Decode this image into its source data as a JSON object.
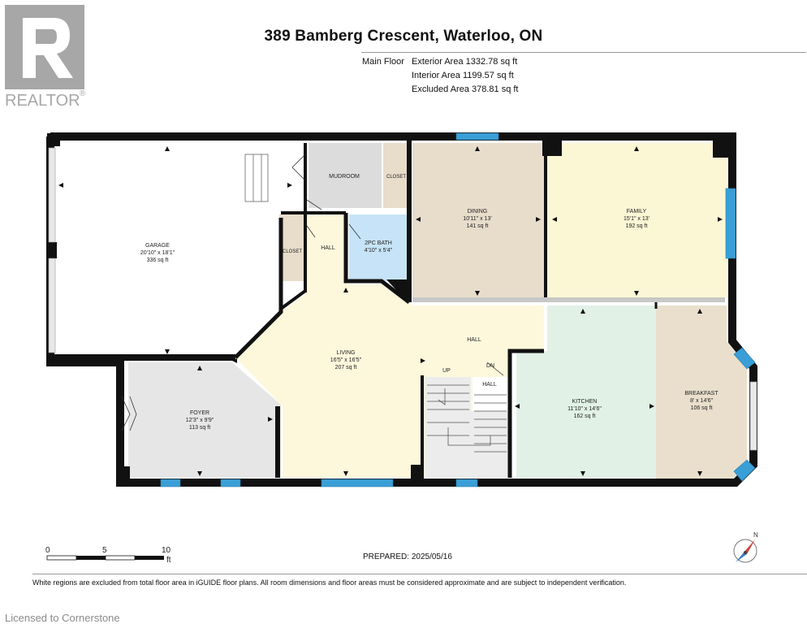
{
  "header": {
    "title": "389 Bamberg Crescent, Waterloo, ON",
    "floor_label": "Main Floor",
    "areas": [
      "Exterior Area 1332.78 sq ft",
      "Interior Area 1199.57 sq ft",
      "Excluded Area 378.81 sq ft"
    ]
  },
  "logo": {
    "text": "REALTOR",
    "mark": "®"
  },
  "rooms": {
    "garage": {
      "name": "GARAGE",
      "dims": "20'10\" x 18'1\"",
      "area": "336 sq ft"
    },
    "mudroom": {
      "name": "MUDROOM"
    },
    "closet_top": {
      "name": "CLOSET"
    },
    "closet_left": {
      "name": "CLOSET"
    },
    "hall_top": {
      "name": "HALL"
    },
    "bath": {
      "name": "2PC BATH",
      "dims": "4'10\" x 5'4\""
    },
    "dining": {
      "name": "DINING",
      "dims": "10'11\" x 13'",
      "area": "141 sq ft"
    },
    "family": {
      "name": "FAMILY",
      "dims": "15'1\" x 13'",
      "area": "192 sq ft"
    },
    "living": {
      "name": "LIVING",
      "dims": "16'5\" x 16'5\"",
      "area": "207 sq ft"
    },
    "hall_mid": {
      "name": "HALL"
    },
    "foyer": {
      "name": "FOYER",
      "dims": "12'3\" x 9'9\"",
      "area": "113 sq ft"
    },
    "kitchen": {
      "name": "KITCHEN",
      "dims": "11'10\" x 14'6\"",
      "area": "162 sq ft"
    },
    "breakfast": {
      "name": "BREAKFAST",
      "dims": "8' x 14'6\"",
      "area": "106 sq ft"
    },
    "stair_up": {
      "name": "UP"
    },
    "stair_dn": {
      "name": "DN"
    },
    "hall_stair": {
      "name": "HALL"
    }
  },
  "scale": {
    "ticks": [
      "0",
      "5",
      "10"
    ],
    "unit": "ft"
  },
  "compass": {
    "label": "N"
  },
  "prepared": "PREPARED:  2025/05/16",
  "disclaimer": "White regions are excluded from total floor area in iGUIDE floor plans. All room dimensions and floor areas must be considered approximate and are subject to independent verification.",
  "license": "Licensed to Cornerstone",
  "colors": {
    "wall": "#111111",
    "window": "#3a9fd6",
    "dining": "#e8dccb",
    "family": "#fbf6d4",
    "living": "#fdf8dc",
    "foyer": "#e6e6e6",
    "kitchen": "#e1f1e6",
    "breakfast": "#e9dfcc",
    "bath": "#c6e3f7",
    "mudroom": "#dcdcdc",
    "logo": "#a7a7a7"
  }
}
